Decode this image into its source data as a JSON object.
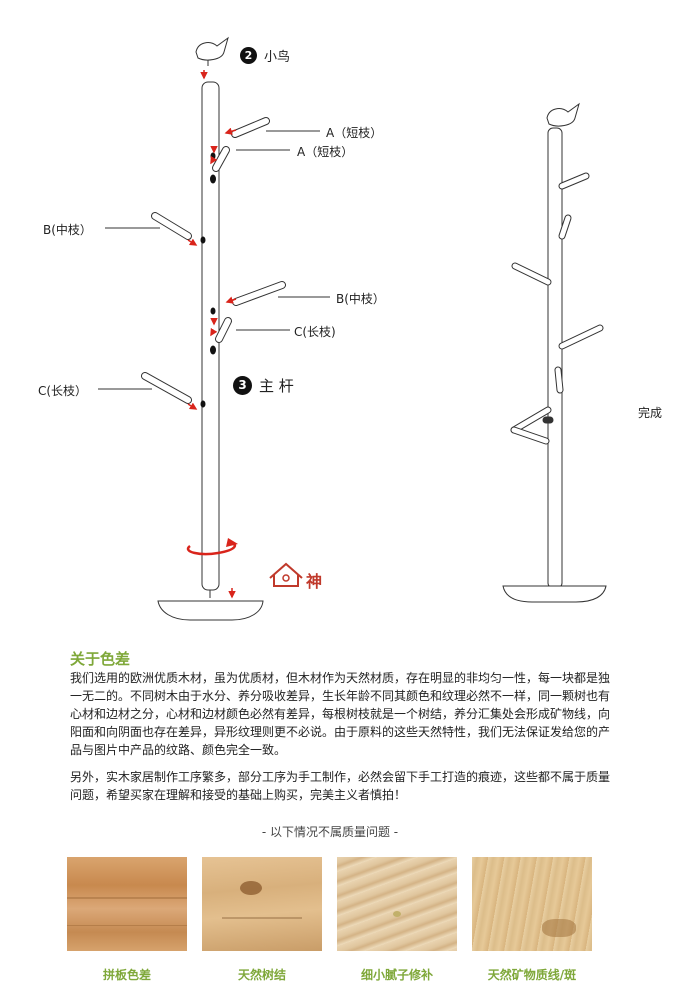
{
  "diagram": {
    "step2": {
      "num": "2",
      "label": "小鸟"
    },
    "step3": {
      "num": "3",
      "label": "主 杆"
    },
    "branches": {
      "a1": "A（短枝）",
      "a2": "A（短枝）",
      "b_left": "B(中枝）",
      "b_right": "B(中枝）",
      "c_right": "C(长枝)",
      "c_left": "C(长枝）"
    },
    "done_label": "完成",
    "logo_text": "神"
  },
  "color_section": {
    "title": "关于色差",
    "paragraph1": "我们选用的欧洲优质木材，虽为优质材，但木材作为天然材质，存在明显的非均匀一性，每一块都是独一无二的。不同树木由于水分、养分吸收差异，生长年龄不同其颜色和纹理必然不一样，同一颗树也有心材和边材之分，心材和边材颜色必然有差异，每根树枝就是一个树结，养分汇集处会形成矿物线，向阳面和向阴面也存在差异，异形纹理则更不必说。由于原料的这些天然特性，我们无法保证发给您的产品与图片中产品的纹路、颜色完全一致。",
    "paragraph2": "另外，实木家居制作工序繁多，部分工序为手工制作，必然会留下手工打造的痕迹，这些都不属于质量问题，希望买家在理解和接受的基础上购买，完美主义者慎拍！",
    "subtitle": "- 以下情况不属质量问题 -",
    "samples": [
      {
        "caption": "拼板色差"
      },
      {
        "caption": "天然树结"
      },
      {
        "caption": "细小腻子修补"
      },
      {
        "caption": "天然矿物质线/斑"
      }
    ]
  },
  "colors": {
    "accent_green": "#7fa83a",
    "arrow_red": "#d9241b"
  }
}
